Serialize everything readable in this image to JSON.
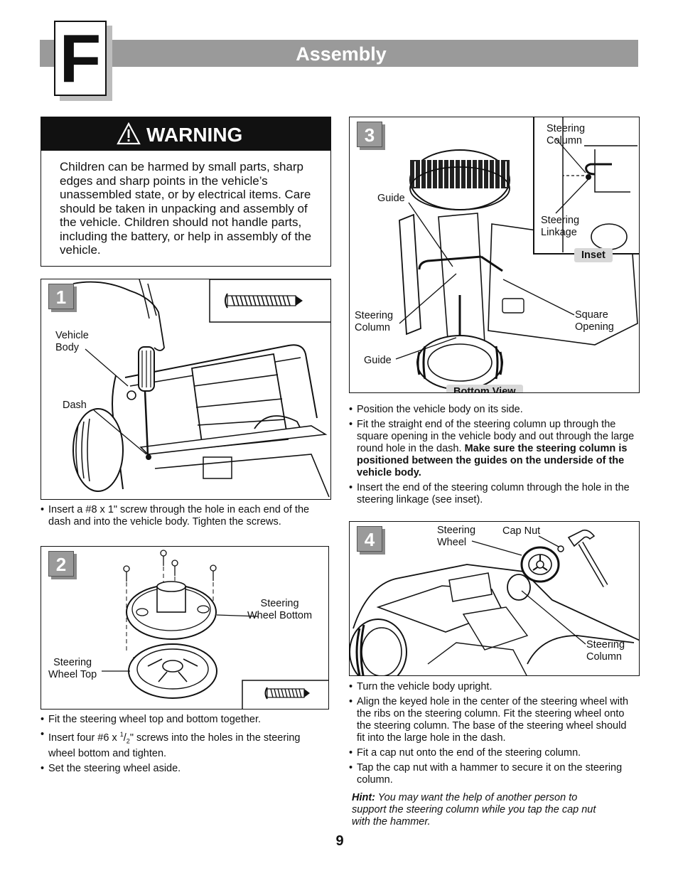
{
  "header": {
    "section_letter": "F",
    "title": "Assembly"
  },
  "warning": {
    "title": "WARNING",
    "text": "Children can be harmed by small parts, sharp edges and sharp points in the vehicle’s unassembled state, or by electrical items. Care should be taken in unpacking and assembly of the vehicle. Children should not handle parts, including the battery, or help in assembly of the vehicle."
  },
  "step1": {
    "number": "1",
    "labels": {
      "vehicle_body_1": "Vehicle",
      "vehicle_body_2": "Body",
      "dash": "Dash"
    },
    "bullets": [
      "Insert a #8 x 1\" screw through the hole in each end of the dash and into the vehicle body. Tighten the screws."
    ]
  },
  "step2": {
    "number": "2",
    "labels": {
      "bottom_1": "Steering",
      "bottom_2": "Wheel Bottom",
      "top_1": "Steering",
      "top_2": "Wheel Top"
    },
    "bullets": [
      "Fit the steering wheel top and bottom together.",
      "\" screws into the holes in the steering wheel bottom and tighten.",
      "Set the steering wheel aside."
    ],
    "bullet2_prefix": "Insert four #6 x ",
    "frac_num": "1",
    "frac_den": "2"
  },
  "step3": {
    "number": "3",
    "labels": {
      "inset_col_1": "Steering",
      "inset_col_2": "Column",
      "inset_link_1": "Steering",
      "inset_link_2": "Linkage",
      "inset_tag": "Inset",
      "guide_top": "Guide",
      "col_1": "Steering",
      "col_2": "Column",
      "guide_bottom": "Guide",
      "sq_1": "Square",
      "sq_2": "Opening",
      "bottom_view": "Bottom View"
    },
    "bullets": [
      "Position the vehicle body on its side.",
      "Fit the straight end of the steering column up through the square opening in the vehicle body and out through the large round hole in the dash. ",
      "Insert the end of the steering column through the hole in the steering linkage (see inset)."
    ],
    "bullet2_bold": "Make sure the steering column is positioned between the guides on the underside of the vehicle body."
  },
  "step4": {
    "number": "4",
    "labels": {
      "wheel_1": "Steering",
      "wheel_2": "Wheel",
      "cap_nut": "Cap Nut",
      "col_1": "Steering",
      "col_2": "Column"
    },
    "bullets": [
      "Turn the vehicle body upright.",
      "Align the keyed hole in the center of the steering wheel with the ribs on the steering column. Fit the steering wheel onto the steering column. The base of the steering wheel should fit into the large hole in the dash.",
      "Fit a cap nut onto the end of the steering column.",
      "Tap the cap nut with a hammer to secure it on the steering column."
    ],
    "hint_label": "Hint:",
    "hint_text": " You may want the help of another person to support the steering column while you tap the cap nut with the hammer."
  },
  "page_number": "9"
}
